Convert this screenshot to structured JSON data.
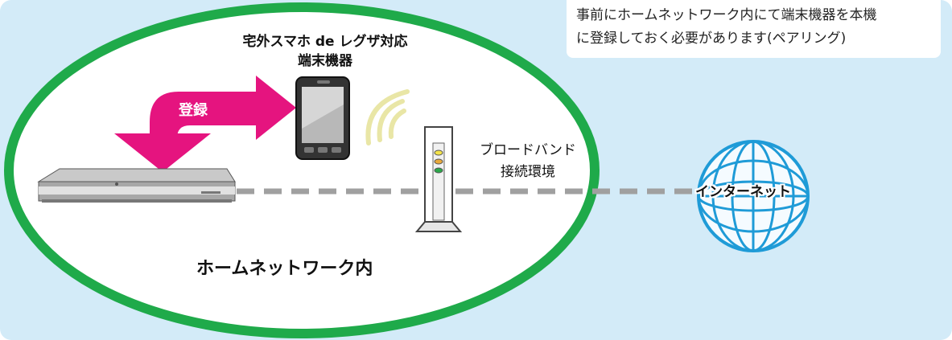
{
  "note": {
    "line1": "事前にホームネットワーク内にて端末機器を本機",
    "line2": "に登録しておく必要があります(ペアリング)"
  },
  "device": {
    "title_line1": "宅外スマホ de レグザ対応",
    "title_line2": "端末機器"
  },
  "register_label": "登録",
  "router": {
    "label_line1": "ブロードバンド",
    "label_line2": "接続環境"
  },
  "internet_label": "インターネット",
  "home_network_label": "ホームネットワーク内",
  "colors": {
    "background": "#d3ebf8",
    "ellipse_border": "#1faa4a",
    "arrow": "#e5147f",
    "connection_line": "#a0a0a0",
    "globe": "#1f9bd7",
    "wifi_waves": "#e9e6a6"
  }
}
